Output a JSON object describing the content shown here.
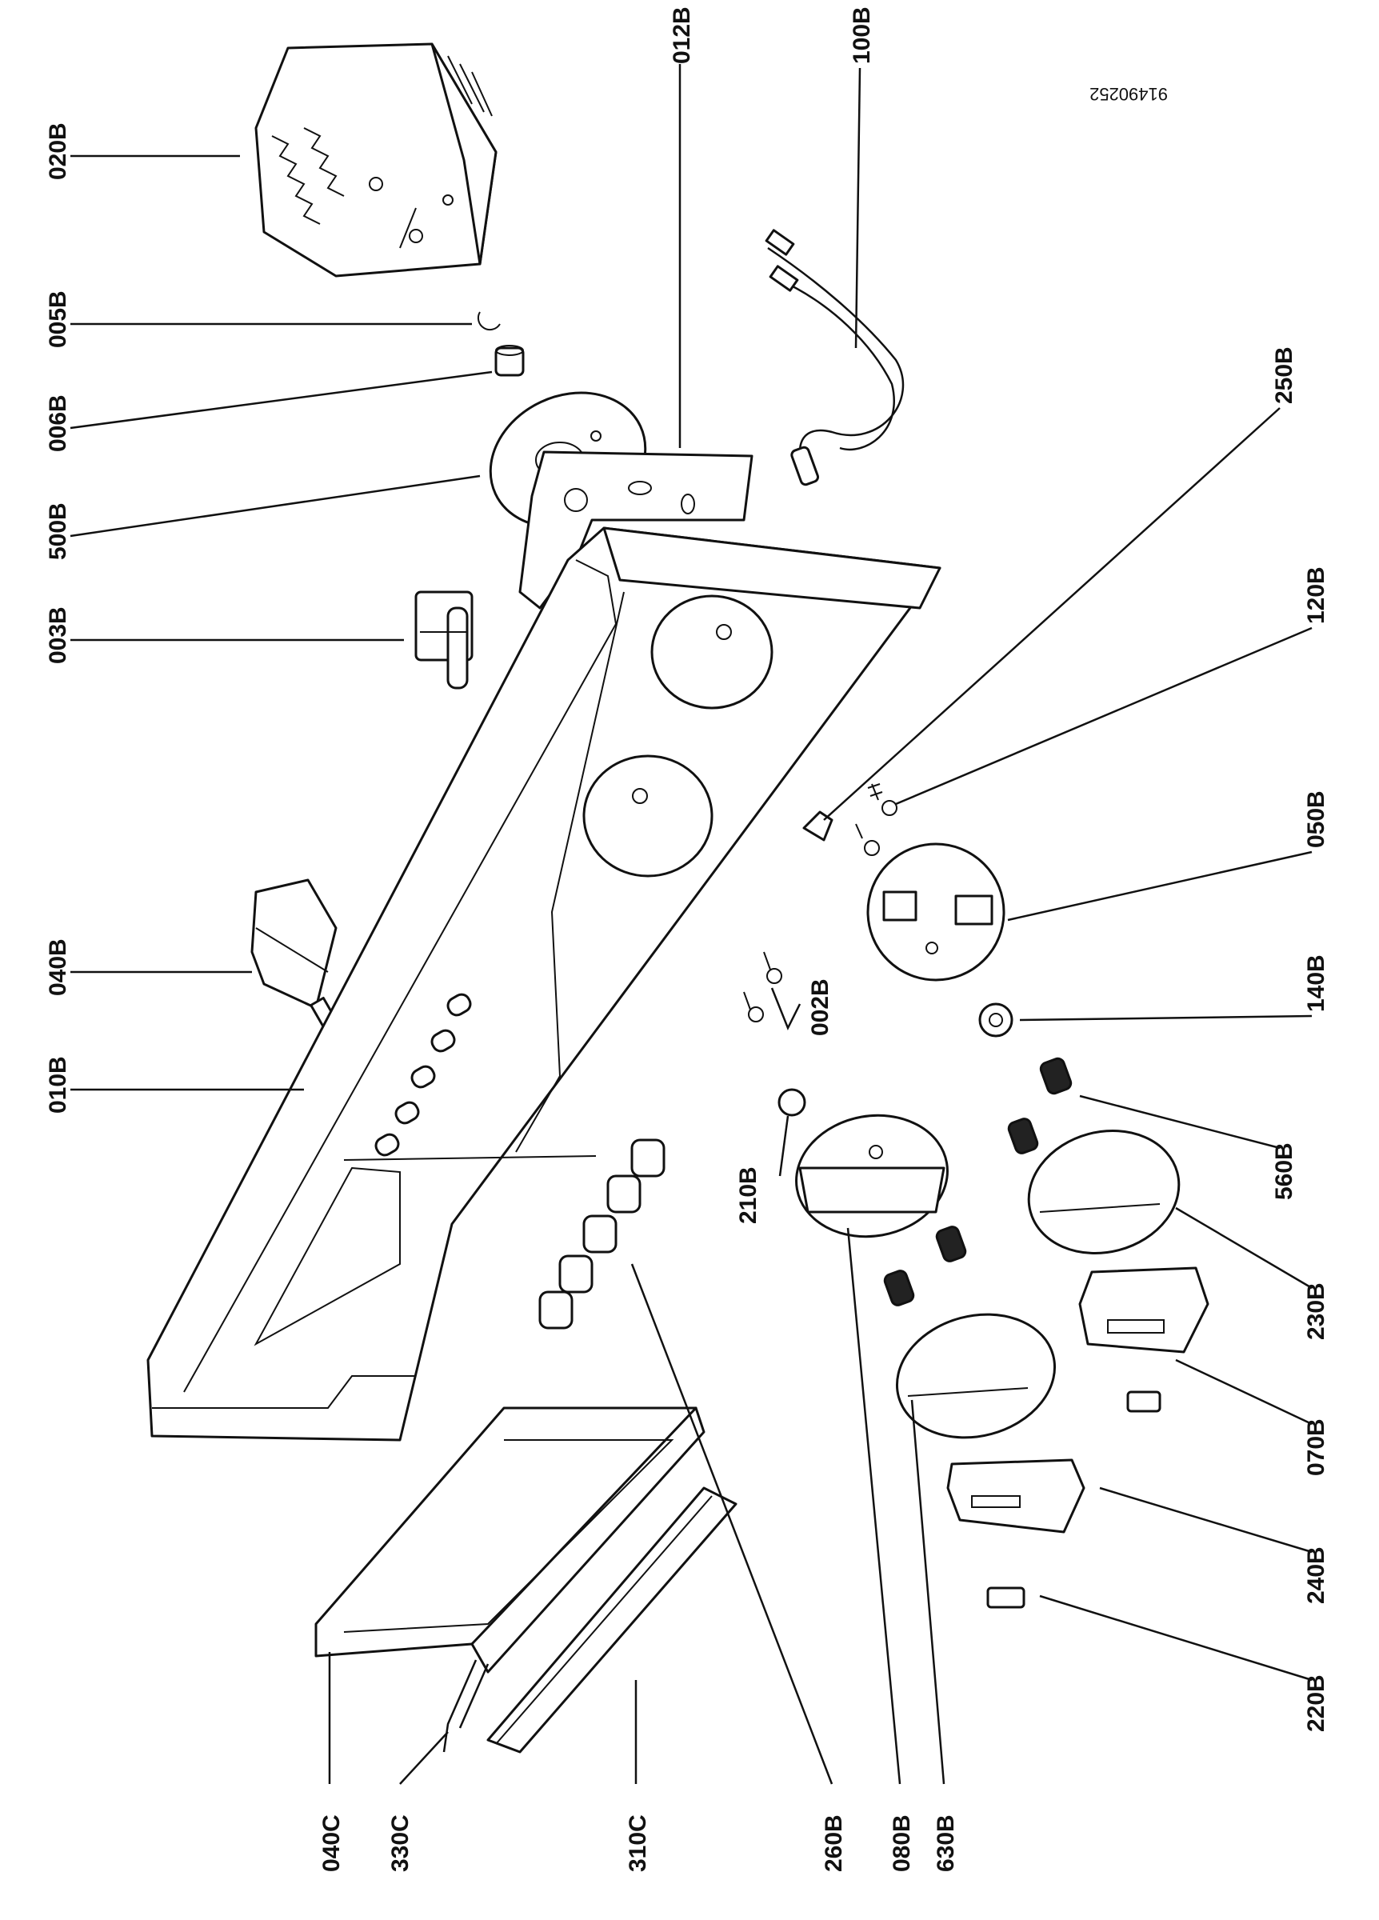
{
  "document_number": "91490252",
  "parts": [
    {
      "id": "020b",
      "code": "020B"
    },
    {
      "id": "005b",
      "code": "005B"
    },
    {
      "id": "006b",
      "code": "006B"
    },
    {
      "id": "500b",
      "code": "500B"
    },
    {
      "id": "003b",
      "code": "003B"
    },
    {
      "id": "040b",
      "code": "040B"
    },
    {
      "id": "010b",
      "code": "010B"
    },
    {
      "id": "040c",
      "code": "040C"
    },
    {
      "id": "330c",
      "code": "330C"
    },
    {
      "id": "310c",
      "code": "310C"
    },
    {
      "id": "260b",
      "code": "260B"
    },
    {
      "id": "080b",
      "code": "080B"
    },
    {
      "id": "630b",
      "code": "630B"
    },
    {
      "id": "012b",
      "code": "012B"
    },
    {
      "id": "100b",
      "code": "100B"
    },
    {
      "id": "250b",
      "code": "250B"
    },
    {
      "id": "120b",
      "code": "120B"
    },
    {
      "id": "050b",
      "code": "050B"
    },
    {
      "id": "140b",
      "code": "140B"
    },
    {
      "id": "560b",
      "code": "560B"
    },
    {
      "id": "230b",
      "code": "230B"
    },
    {
      "id": "070b",
      "code": "070B"
    },
    {
      "id": "240b",
      "code": "240B"
    },
    {
      "id": "220b",
      "code": "220B"
    },
    {
      "id": "002b",
      "code": "002B"
    },
    {
      "id": "210b",
      "code": "210B"
    }
  ]
}
